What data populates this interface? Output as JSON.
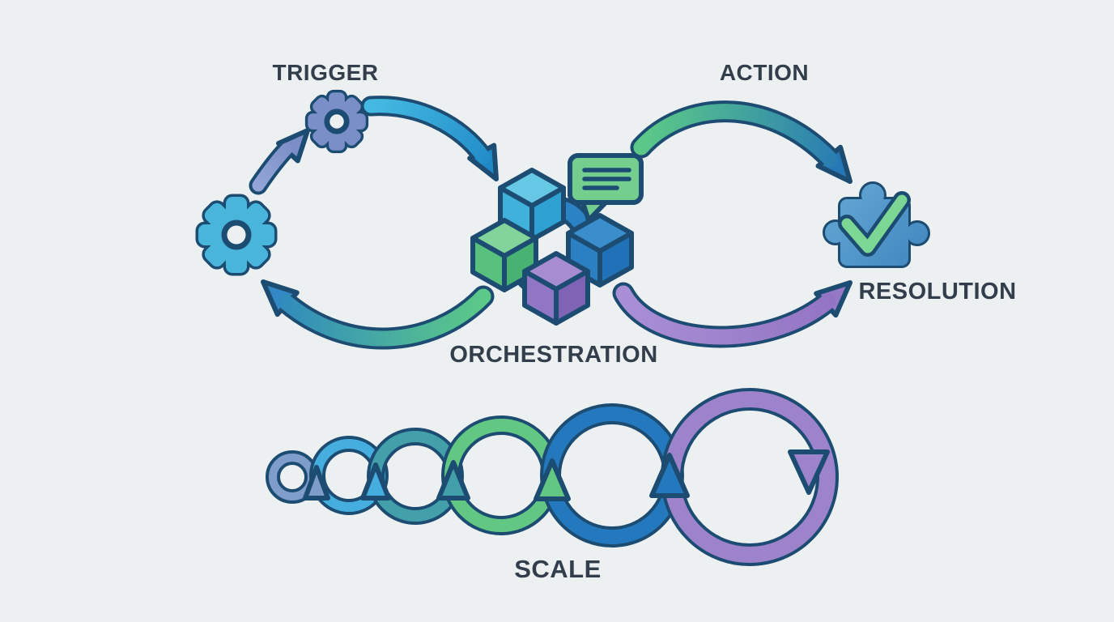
{
  "diagram": {
    "description": "automation workflow infinity loop illustration",
    "background_color": "#edf0f1",
    "outline_color": "#1d4c72",
    "text_color": "#333e4c",
    "labels": {
      "trigger": "TRIGGER",
      "action": "ACTION",
      "orchestration": "ORCHESTRATION",
      "resolution": "RESOLUTION",
      "scale": "SCALE"
    },
    "icons": {
      "gear_large": {
        "name": "gear-icon",
        "color": "#49b5da"
      },
      "gear_small": {
        "name": "gear-icon",
        "color": "#7a8fc8"
      },
      "speech_bubble": {
        "name": "speech-bubble-icon",
        "color": "#74ce8e",
        "line_color": "#1d4c72"
      },
      "cubes_cluster": {
        "name": "cubes-cluster-icon",
        "cube_cyan": "#3fb1da",
        "cube_green": "#58c17e",
        "cube_blue": "#2a80c2",
        "cube_purple": "#9076c4",
        "connector_blue": "#2b82c4",
        "connector_teal": "#4fae96",
        "connector_purple": "#9b7fc8"
      },
      "puzzle_check": {
        "name": "puzzle-check-icon",
        "puzzle_color": "#5095ca",
        "check_color": "#7cd694"
      }
    },
    "arrows": {
      "slate_arrow": {
        "start_color": "#93a5d6",
        "end_color": "#7487c2",
        "head_color": "#7b8ec8"
      },
      "trigger_arc": {
        "start_color": "#44bae2",
        "end_color": "#1f87c6",
        "head_color": "#1f87c6"
      },
      "action_arc": {
        "start_color": "#5cc988",
        "end_color": "#2577b6",
        "head_color": "#2577b6"
      },
      "return_arc": {
        "start_color": "#5cc988",
        "end_color": "#2d85c2",
        "head_color": "#3387c4"
      },
      "resolution_arc": {
        "start_color": "#a98fd6",
        "end_color": "#9172c2",
        "head_color": "#9679c6"
      }
    },
    "scale_loops": [
      {
        "name": "loop-1",
        "color": "#7f9dcb"
      },
      {
        "name": "loop-2",
        "color": "#45aede"
      },
      {
        "name": "loop-3",
        "color": "#43a0ab"
      },
      {
        "name": "loop-4",
        "color": "#63c784"
      },
      {
        "name": "loop-5",
        "color": "#2478bd"
      },
      {
        "name": "loop-6",
        "color": "#9d83cb"
      }
    ]
  }
}
